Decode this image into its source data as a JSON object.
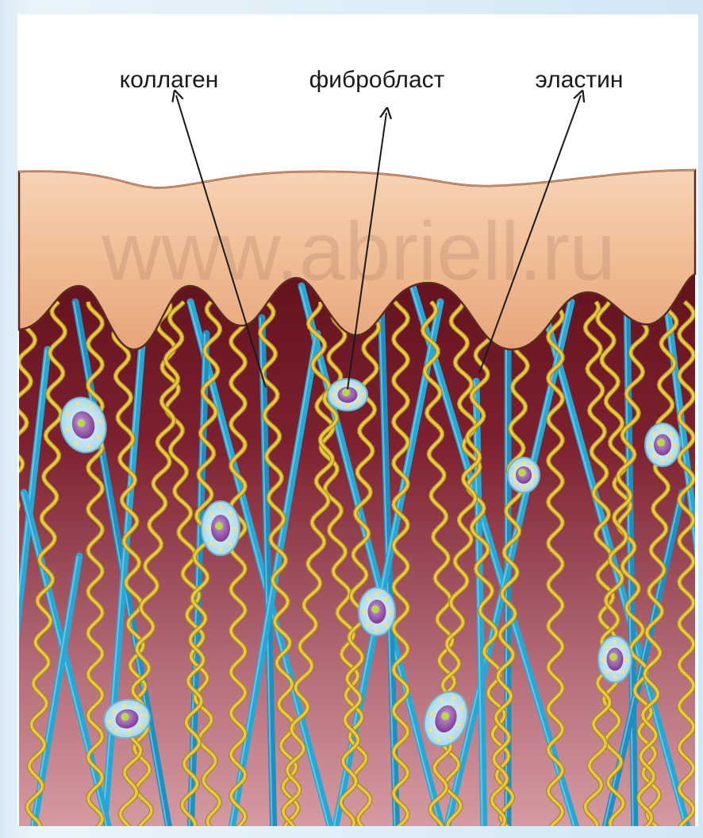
{
  "labels": {
    "collagen": "коллаген",
    "fibroblast": "фибробласт",
    "elastin": "эластин"
  },
  "watermark": "www.abriell.ru",
  "colors": {
    "background": "#dbeaf6",
    "panel": "#ffffff",
    "epidermis": "#f2c29c",
    "epidermis_edge": "#5a2a1e",
    "dermis_dark": "#6e1420",
    "dermis_light": "#c47a86",
    "collagen": "#2aa6d2",
    "elastin": "#e9c844",
    "cell_body": "#bfe4ef",
    "nucleus": "#9b5bb0",
    "nucleolus": "#b7d94a",
    "arrow": "#1a1a1a",
    "label_text": "#1a1a1a"
  }
}
